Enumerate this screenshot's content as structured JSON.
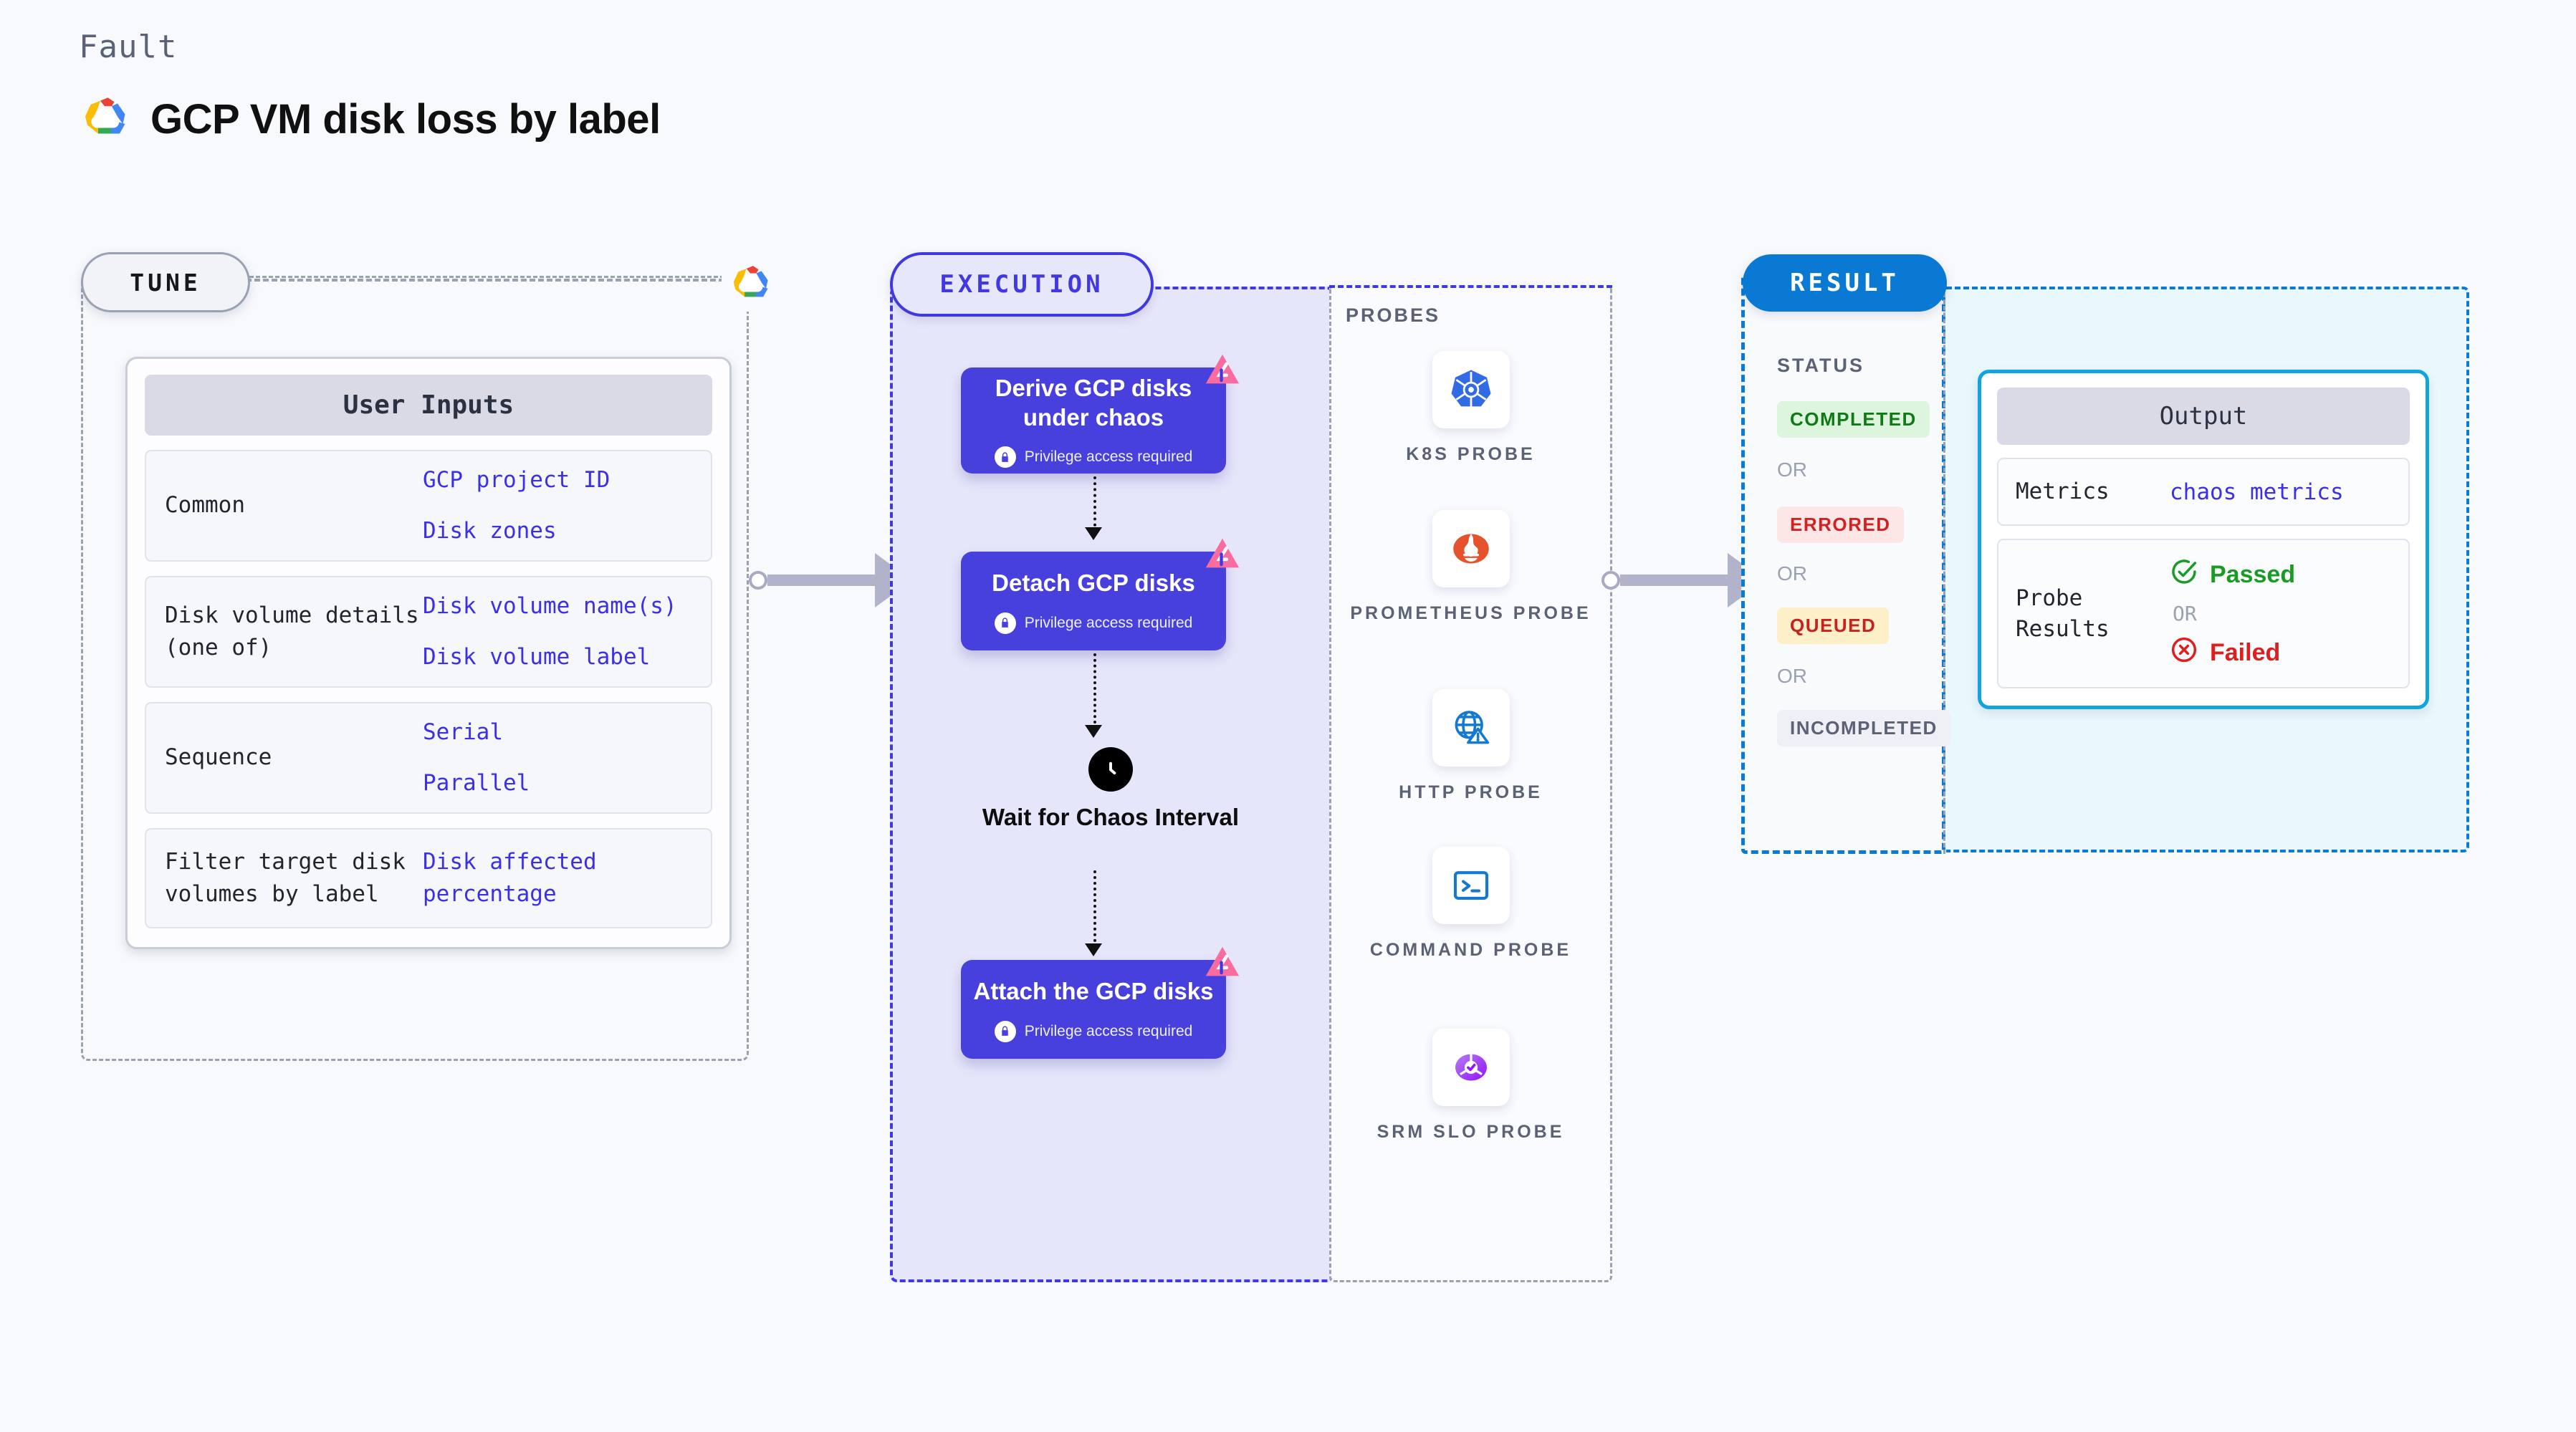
{
  "header": {
    "kicker": "Fault",
    "title": "GCP VM disk loss by label",
    "logo_icon": "gcp-logo-icon"
  },
  "tune": {
    "pill_label": "TUNE",
    "provider_icon": "gcp-logo-icon",
    "card_title": "User Inputs",
    "rows": [
      {
        "key": "Common",
        "values": [
          "GCP project ID",
          "Disk zones"
        ]
      },
      {
        "key": "Disk volume details (one of)",
        "values": [
          "Disk volume name(s)",
          "Disk volume label"
        ]
      },
      {
        "key": "Sequence",
        "values": [
          "Serial",
          "Parallel"
        ]
      },
      {
        "key": "Filter target disk volumes by label",
        "values": [
          "Disk affected percentage"
        ]
      }
    ]
  },
  "execution": {
    "pill_label": "EXECUTION",
    "steps": [
      {
        "title": "Derive GCP disks under chaos",
        "privilege": "Privilege access required",
        "icon": "litmus-logo-icon"
      },
      {
        "title": "Detach GCP disks",
        "privilege": "Privilege access required",
        "icon": "litmus-logo-icon"
      }
    ],
    "wait": {
      "label": "Wait for Chaos Interval",
      "icon": "clock-icon"
    },
    "final_step": {
      "title": "Attach the GCP disks",
      "privilege": "Privilege access required",
      "icon": "litmus-logo-icon"
    }
  },
  "probes": {
    "title": "PROBES",
    "items": [
      {
        "name": "K8S PROBE",
        "icon": "kubernetes-icon"
      },
      {
        "name": "PROMETHEUS PROBE",
        "icon": "prometheus-icon"
      },
      {
        "name": "HTTP PROBE",
        "icon": "http-globe-warning-icon"
      },
      {
        "name": "COMMAND PROBE",
        "icon": "terminal-icon"
      },
      {
        "name": "SRM SLO PROBE",
        "icon": "srm-slo-icon"
      }
    ]
  },
  "result": {
    "pill_label": "RESULT",
    "status_title": "STATUS",
    "or_label": "OR",
    "statuses": [
      {
        "label": "COMPLETED",
        "bg": "#ddf5dd",
        "fg": "#0f7a16"
      },
      {
        "label": "ERRORED",
        "bg": "#fce6e6",
        "fg": "#d32020"
      },
      {
        "label": "QUEUED",
        "bg": "#fdf0c8",
        "fg": "#c92020"
      },
      {
        "label": "INCOMPLETED",
        "bg": "#eef0f6",
        "fg": "#5b6275"
      }
    ],
    "output": {
      "title": "Output",
      "metrics_key": "Metrics",
      "metrics_value": "chaos metrics",
      "probe_results_key": "Probe Results",
      "passed_label": "Passed",
      "failed_label": "Failed",
      "or_label": "OR",
      "passed_color": "#1a9b25",
      "failed_color": "#dc1f1f"
    }
  },
  "colors": {
    "accent_purple": "#4038e0",
    "accent_blue": "#0979d3",
    "accent_cyan": "#13a4e0",
    "grey_dash": "#9aa1b0"
  }
}
